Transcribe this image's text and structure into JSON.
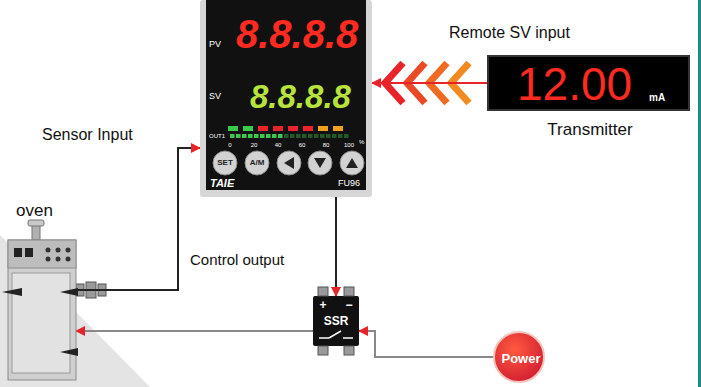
{
  "diagram": {
    "nodes": [
      {
        "text": [
          "PV",
          "8.8.8.8",
          "SV",
          "8.8.8.8",
          "OUT1",
          "0",
          "20",
          "40",
          "60",
          "80",
          "100",
          "%",
          "SET",
          "A/M",
          "TAIE",
          "FU96"
        ]
      },
      {
        "text": [
          "12.00",
          "mA",
          "Transmitter"
        ]
      },
      {
        "text": [
          "oven"
        ]
      },
      {
        "text": [
          "+",
          "−",
          "SSR"
        ]
      },
      {
        "text": [
          "Power"
        ]
      }
    ],
    "edges": [
      {
        "from": 1,
        "to": 0,
        "arrow": "to",
        "label": "Remote SV input"
      },
      {
        "from": 2,
        "to": 0,
        "arrow": "to",
        "label": "Sensor Input"
      },
      {
        "from": 0,
        "to": 3,
        "arrow": "to",
        "label": "Control output"
      },
      {
        "from": 4,
        "to": 3,
        "arrow": "to"
      },
      {
        "from": 3,
        "to": 2,
        "arrow": "to"
      }
    ]
  }
}
